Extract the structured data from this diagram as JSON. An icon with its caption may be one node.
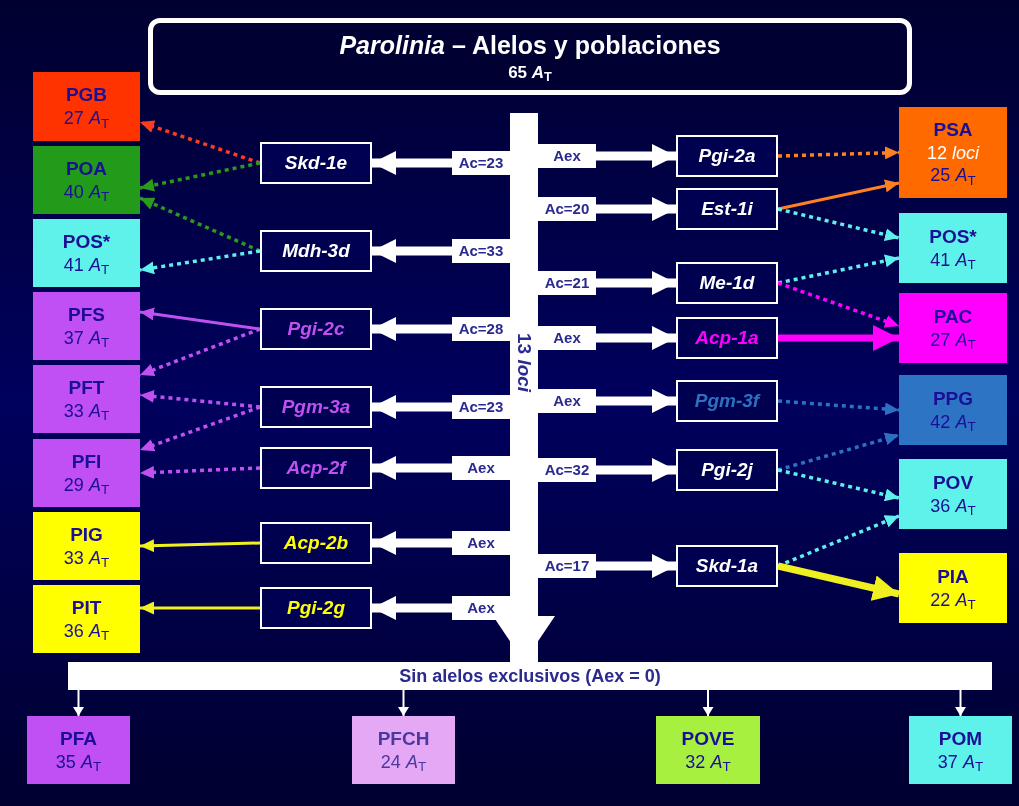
{
  "diagram": {
    "nodes": [
      {
        "text": [
          "*Parolinia* – Alelos y poblaciones",
          "65 *A*$_{T}$"
        ]
      },
      {
        "text": [
          "PGB",
          "27 *A*$_{T}$"
        ]
      },
      {
        "text": [
          "POA",
          "40 *A*$_{T}$"
        ]
      },
      {
        "text": [
          "POS*",
          "41 *A*$_{T}$"
        ]
      },
      {
        "text": [
          "PFS",
          "37 *A*$_{T}$"
        ]
      },
      {
        "text": [
          "PFT",
          "33 *A*$_{T}$"
        ]
      },
      {
        "text": [
          "PFI",
          "29 *A*$_{T}$"
        ]
      },
      {
        "text": [
          "PIG",
          "33 *A*$_{T}$"
        ]
      },
      {
        "text": [
          "PIT",
          "36 *A*$_{T}$"
        ]
      },
      {
        "text": [
          "PSA",
          "12 *loci*",
          "25 *A*$_{T}$"
        ]
      },
      {
        "text": [
          "POS*",
          "41 *A*$_{T}$"
        ]
      },
      {
        "text": [
          "PAC",
          "27 *A*$_{T}$"
        ]
      },
      {
        "text": [
          "PPG",
          "42 *A*$_{T}$"
        ]
      },
      {
        "text": [
          "POV",
          "36 *A*$_{T}$"
        ]
      },
      {
        "text": [
          "PIA",
          "22 *A*$_{T}$"
        ]
      },
      {
        "text": [
          "Skd-1e"
        ]
      },
      {
        "text": [
          "Mdh-3d"
        ]
      },
      {
        "text": [
          "Pgi-2c"
        ]
      },
      {
        "text": [
          "Pgm-3a"
        ]
      },
      {
        "text": [
          "Acp-2f"
        ]
      },
      {
        "text": [
          "Acp-2b"
        ]
      },
      {
        "text": [
          "Pgi-2g"
        ]
      },
      {
        "text": [
          "Pgi-2a"
        ]
      },
      {
        "text": [
          "Est-1i"
        ]
      },
      {
        "text": [
          "Me-1d"
        ]
      },
      {
        "text": [
          "Acp-1a"
        ]
      },
      {
        "text": [
          "Pgm-3f"
        ]
      },
      {
        "text": [
          "Pgi-2j"
        ]
      },
      {
        "text": [
          "Skd-1a"
        ]
      },
      {
        "text": [
          "13 *loci*"
        ]
      },
      {
        "text": [
          "Sin alelos exclusivos (Aex = 0)"
        ]
      },
      {
        "text": [
          "PFA",
          "35 *A*$_{T}$"
        ]
      },
      {
        "text": [
          "PFCH",
          "24 *A*$_{T}$"
        ]
      },
      {
        "text": [
          "POVE",
          "32 *A*$_{T}$"
        ]
      },
      {
        "text": [
          "POM",
          "37 *A*$_{T}$"
        ]
      }
    ],
    "edges": [
      {
        "from": 29,
        "to": 15,
        "arrow": "to",
        "label": "Ac=23",
        "style": "thick"
      },
      {
        "from": 29,
        "to": 16,
        "arrow": "to",
        "label": "Ac=33",
        "style": "thick"
      },
      {
        "from": 29,
        "to": 17,
        "arrow": "to",
        "label": "Ac=28",
        "style": "thick"
      },
      {
        "from": 29,
        "to": 18,
        "arrow": "to",
        "label": "Ac=23",
        "style": "thick"
      },
      {
        "from": 29,
        "to": 19,
        "arrow": "to",
        "label": "Aex",
        "style": "thick"
      },
      {
        "from": 29,
        "to": 20,
        "arrow": "to",
        "label": "Aex",
        "style": "thick"
      },
      {
        "from": 29,
        "to": 21,
        "arrow": "to",
        "label": "Aex",
        "style": "thick"
      },
      {
        "from": 29,
        "to": 22,
        "arrow": "to",
        "label": "Aex",
        "style": "thick"
      },
      {
        "from": 29,
        "to": 23,
        "arrow": "to",
        "label": "Ac=20",
        "style": "thick"
      },
      {
        "from": 29,
        "to": 24,
        "arrow": "to",
        "label": "Ac=21",
        "style": "thick"
      },
      {
        "from": 29,
        "to": 25,
        "arrow": "to",
        "label": "Aex",
        "style": "thick"
      },
      {
        "from": 29,
        "to": 26,
        "arrow": "to",
        "label": "Aex",
        "style": "thick"
      },
      {
        "from": 29,
        "to": 27,
        "arrow": "to",
        "label": "Ac=32",
        "style": "thick"
      },
      {
        "from": 29,
        "to": 28,
        "arrow": "to",
        "label": "Ac=17",
        "style": "thick"
      },
      {
        "from": 29,
        "to": 30,
        "arrow": "to",
        "style": "thick"
      },
      {
        "from": 30,
        "to": 31,
        "arrow": "to"
      },
      {
        "from": 30,
        "to": 32,
        "arrow": "to"
      },
      {
        "from": 30,
        "to": 33,
        "arrow": "to"
      },
      {
        "from": 30,
        "to": 34,
        "arrow": "to"
      },
      {
        "from": 15,
        "to": 1,
        "arrow": "to",
        "style": "dashed",
        "color": "#ff3b1f"
      },
      {
        "from": 15,
        "to": 2,
        "arrow": "to",
        "style": "dashed",
        "color": "#2a9a1a"
      },
      {
        "from": 16,
        "to": 2,
        "arrow": "to",
        "style": "dashed",
        "color": "#2a9a1a"
      },
      {
        "from": 16,
        "to": 3,
        "arrow": "to",
        "style": "dashed",
        "color": "#5ff0ec"
      },
      {
        "from": 17,
        "to": 4,
        "arrow": "to",
        "color": "#c050f0"
      },
      {
        "from": 17,
        "to": 5,
        "arrow": "to",
        "style": "dashed",
        "color": "#c050f0"
      },
      {
        "from": 18,
        "to": 5,
        "arrow": "to",
        "style": "dashed",
        "color": "#c050f0"
      },
      {
        "from": 18,
        "to": 6,
        "arrow": "to",
        "style": "dashed",
        "color": "#c050f0"
      },
      {
        "from": 19,
        "to": 6,
        "arrow": "to",
        "style": "dashed",
        "color": "#c050f0"
      },
      {
        "from": 20,
        "to": 7,
        "arrow": "to",
        "color": "#f0f020"
      },
      {
        "from": 21,
        "to": 8,
        "arrow": "to",
        "color": "#f0f020"
      },
      {
        "from": 22,
        "to": 9,
        "arrow": "to",
        "style": "dashed",
        "color": "#ff8020"
      },
      {
        "from": 23,
        "to": 9,
        "arrow": "to",
        "color": "#ff8020"
      },
      {
        "from": 23,
        "to": 10,
        "arrow": "to",
        "style": "dashed",
        "color": "#5ff0ec"
      },
      {
        "from": 24,
        "to": 10,
        "arrow": "to",
        "style": "dashed",
        "color": "#5ff0ec"
      },
      {
        "from": 24,
        "to": 11,
        "arrow": "to",
        "style": "dashed",
        "color": "#ff00ff"
      },
      {
        "from": 25,
        "to": 11,
        "arrow": "to",
        "style": "thick",
        "color": "#ff00ff"
      },
      {
        "from": 26,
        "to": 12,
        "arrow": "to",
        "style": "dashed",
        "color": "#2e70c0"
      },
      {
        "from": 27,
        "to": 12,
        "arrow": "to",
        "style": "dashed",
        "color": "#2e70c0"
      },
      {
        "from": 27,
        "to": 13,
        "arrow": "to",
        "style": "dashed",
        "color": "#5ff0ec"
      },
      {
        "from": 28,
        "to": 13,
        "arrow": "to",
        "style": "dashed",
        "color": "#5ff0ec"
      },
      {
        "from": 28,
        "to": 14,
        "arrow": "to",
        "style": "thick",
        "color": "#f0f020"
      }
    ]
  }
}
